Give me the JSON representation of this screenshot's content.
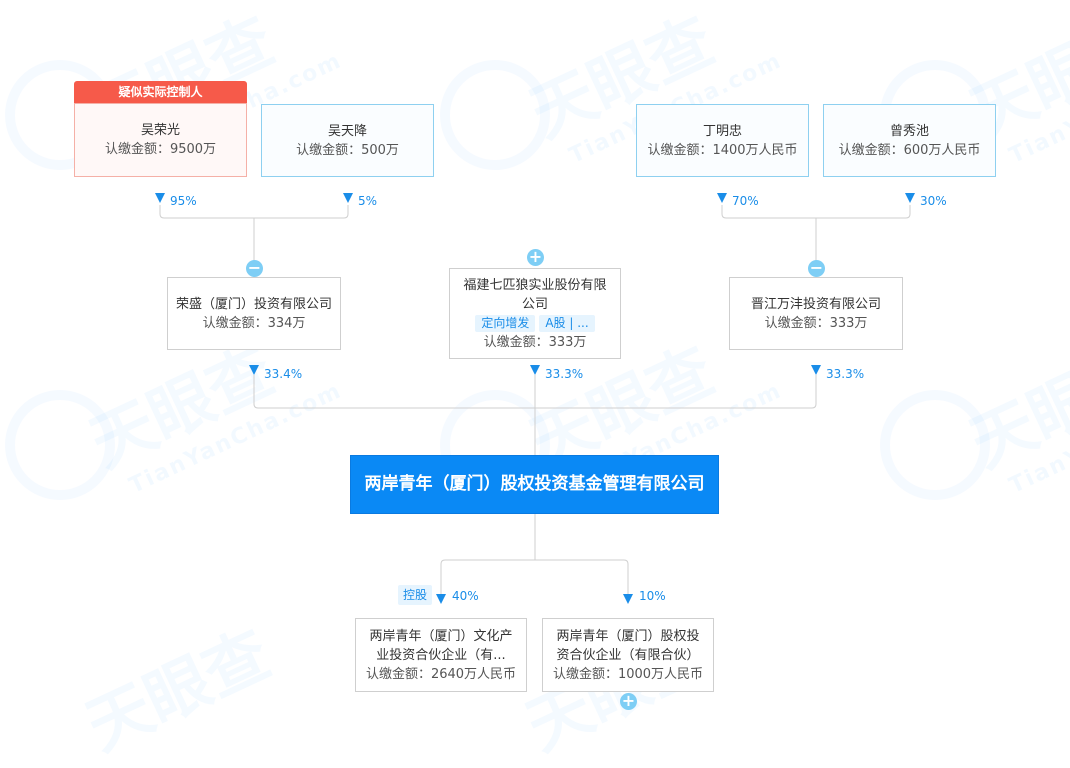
{
  "watermark": {
    "brand": "天眼查",
    "domain": "TianYanCha.com"
  },
  "colors": {
    "accent": "#1a8de8",
    "center_fill": "#0a89f5",
    "controller_tag": "#f65a4a",
    "connector": "#cfcfcf"
  },
  "controller_tag": "疑似实际控制人",
  "shareholders_top": [
    {
      "name": "吴荣光",
      "amount": "认缴金额：9500万",
      "percent": "95%"
    },
    {
      "name": "吴天降",
      "amount": "认缴金额：500万",
      "percent": "5%"
    },
    {
      "name": "丁明忠",
      "amount": "认缴金额：1400万人民币",
      "percent": "70%"
    },
    {
      "name": "曾秀池",
      "amount": "认缴金额：600万人民币",
      "percent": "30%"
    }
  ],
  "shareholders_mid": [
    {
      "name": "荣盛（厦门）投资有限公司",
      "amount": "认缴金额：334万",
      "percent": "33.4%",
      "toggle": "−"
    },
    {
      "name": "福建七匹狼实业股份有限公司",
      "amount": "认缴金额：333万",
      "percent": "33.3%",
      "toggle": "+",
      "tags": [
        "定向增发",
        "A股 | ..."
      ]
    },
    {
      "name": "晋江万沣投资有限公司",
      "amount": "认缴金额：333万",
      "percent": "33.3%",
      "toggle": "−"
    }
  ],
  "center_company": "两岸青年（厦门）股权投资基金管理有限公司",
  "investments": [
    {
      "name": "两岸青年（厦门）文化产业投资合伙企业（有...",
      "amount": "认缴金额：2640万人民币",
      "percent": "40%",
      "tag": "控股"
    },
    {
      "name": "两岸青年（厦门）股权投资合伙企业（有限合伙）",
      "amount": "认缴金额：1000万人民币",
      "percent": "10%",
      "toggle": "+"
    }
  ]
}
